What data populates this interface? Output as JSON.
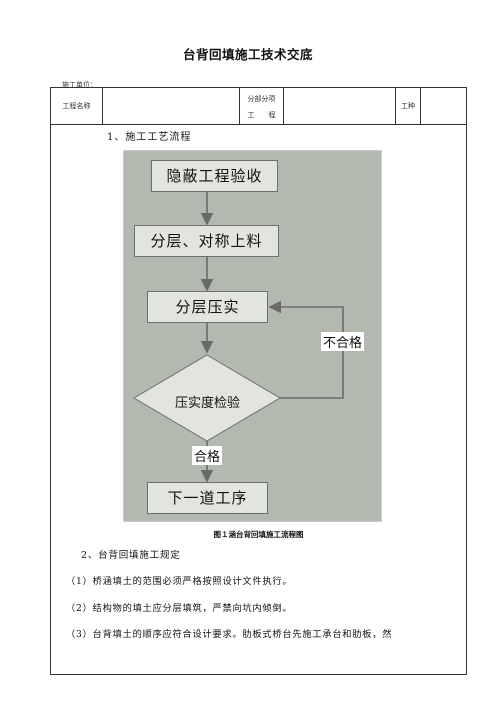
{
  "document": {
    "title": "台背回填施工技术交底",
    "unit_label": "施工单位："
  },
  "header_row": {
    "project_name_label": "工程名称",
    "project_name_value": "",
    "sub_project_label_line1": "分部分项",
    "sub_project_label_line2": "工　　程",
    "sub_project_value": "",
    "trade_label": "工种",
    "trade_value": ""
  },
  "section1_heading": "1、施工工艺流程",
  "flowchart": {
    "nodes": {
      "step1": "隐蔽工程验收",
      "step2": "分层、对称上料",
      "step3": "分层压实",
      "check": "压实度检验",
      "step5": "下一道工序"
    },
    "labels": {
      "fail": "不合格",
      "pass": "合格"
    },
    "colors": {
      "background": "#b3b9ae",
      "node_fill": "#e2e4de",
      "arrow": "#6a6a6a"
    }
  },
  "figure_caption": "图１涵台背回填施工流程图",
  "section2_heading": "2、台背回填施工规定",
  "paragraphs": [
    "（1）桥涵填土的范围必须严格按照设计文件执行。",
    "（2）结构物的填土应分层填筑，严禁向坑内倾倒。",
    "（3）台背填土的顺序应符合设计要求。肋板式桥台先施工承台和肋板，然"
  ]
}
